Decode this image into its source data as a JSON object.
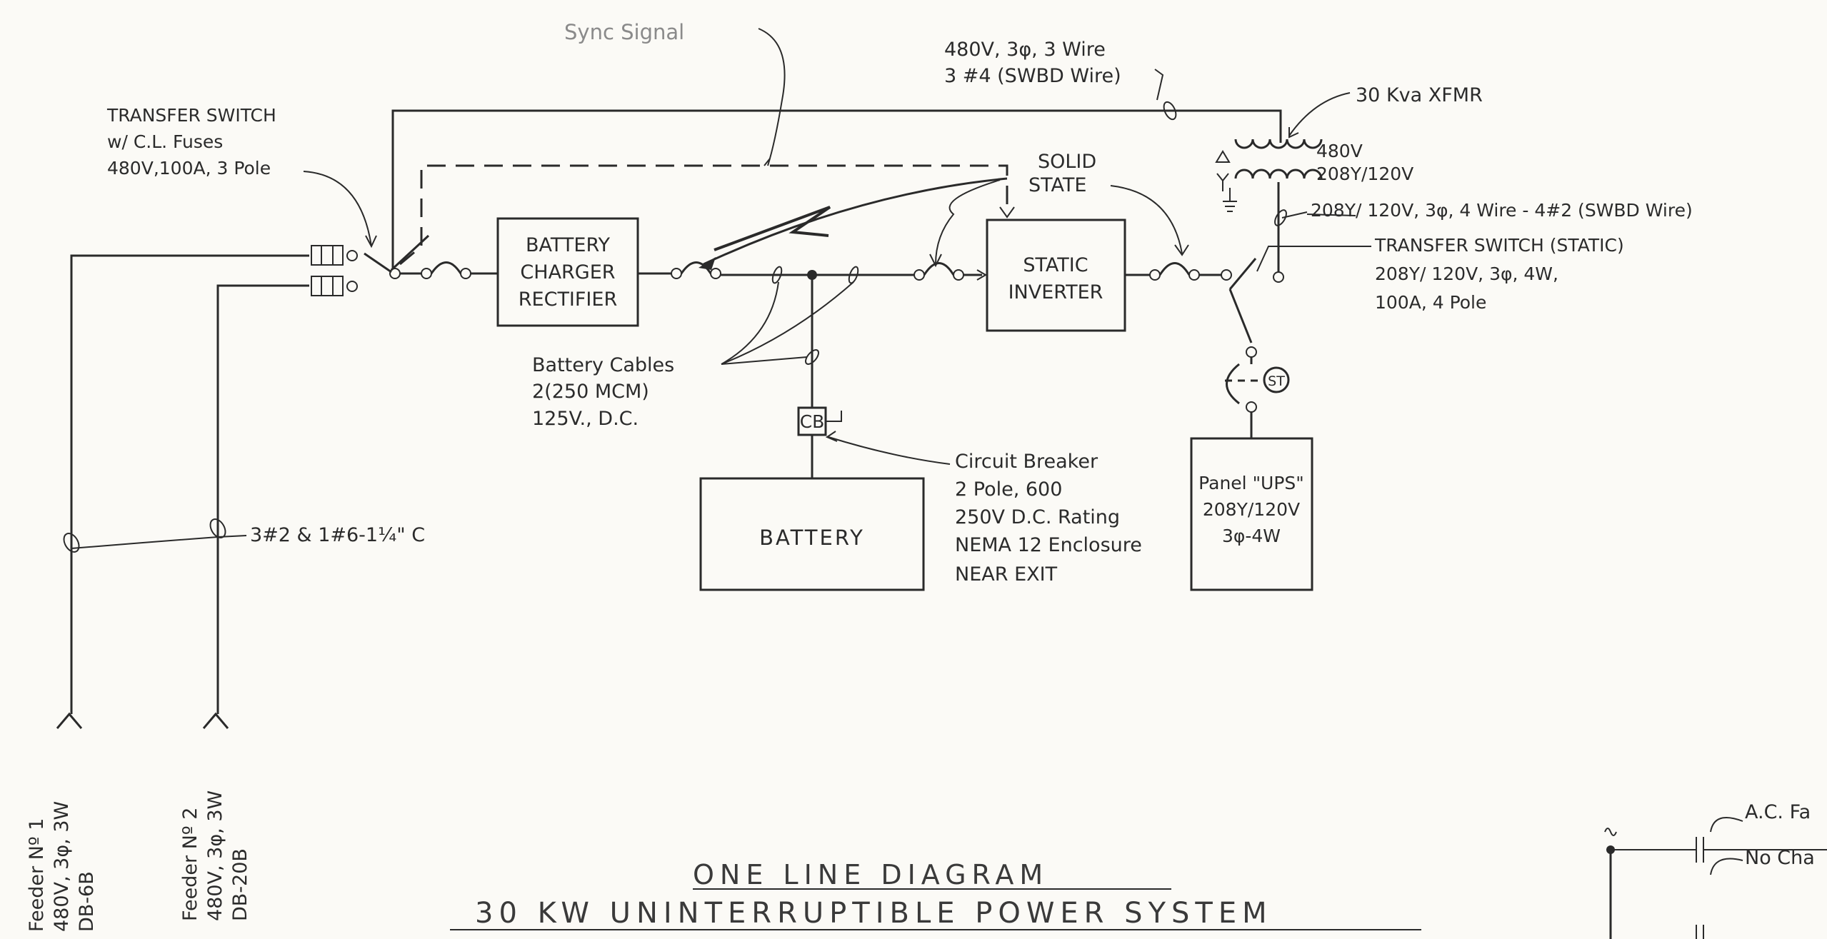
{
  "labels": {
    "sync_signal": "Sync Signal",
    "supply_line1": "480V, 3φ, 3 Wire",
    "supply_line2": "3 #4 (SWBD Wire)",
    "xfmr": "30 Kva  XFMR",
    "xfmr_primary": "480V",
    "xfmr_secondary": "208Y/120V",
    "xfmr_output": "208Y/ 120V, 3φ, 4 Wire - 4#2 (SWBD Wire)",
    "transfer_switch_line1": "TRANSFER SWITCH",
    "transfer_switch_line2": "w/ C.L. Fuses",
    "transfer_switch_line3": "480V,100A, 3 Pole",
    "solid_state_line1": "SOLID",
    "solid_state_line2": "STATE",
    "static_switch_line1": "TRANSFER SWITCH (STATIC)",
    "static_switch_line2": "208Y/ 120V, 3φ, 4W,",
    "static_switch_line3": "100A, 4 Pole",
    "charger_line1": "BATTERY",
    "charger_line2": "CHARGER",
    "charger_line3": "RECTIFIER",
    "inverter_line1": "STATIC",
    "inverter_line2": "INVERTER",
    "cables_line1": "Battery Cables",
    "cables_line2": "2(250 MCM)",
    "cables_line3": "125V., D.C.",
    "cb": "CB",
    "breaker_line1": "Circuit Breaker",
    "breaker_line2": "2 Pole, 600",
    "breaker_line3": "250V  D.C. Rating",
    "breaker_line4": "NEMA 12  Enclosure",
    "breaker_line5": "NEAR EXIT",
    "battery": "BATTERY",
    "panel_line1": "Panel \"UPS\"",
    "panel_line2": "208Y/120V",
    "panel_line3": "3φ-4W",
    "st": "ST",
    "feeder_conduit": "3#2 & 1#6-1¼\" C",
    "feeder1_line1": "Feeder Nº 1",
    "feeder1_line2": "480V, 3φ, 3W",
    "feeder1_line3": "DB-6B",
    "feeder2_line1": "Feeder Nº 2",
    "feeder2_line2": "480V, 3φ, 3W",
    "feeder2_line3": "DB-20B",
    "title_line1": "ONE  LINE    DIAGRAM",
    "title_line2": "30 KW  UNINTERRUPTIBLE   POWER    SYSTEM",
    "ac_fail": "A.C. Fa",
    "no_charge": "No Cha"
  }
}
